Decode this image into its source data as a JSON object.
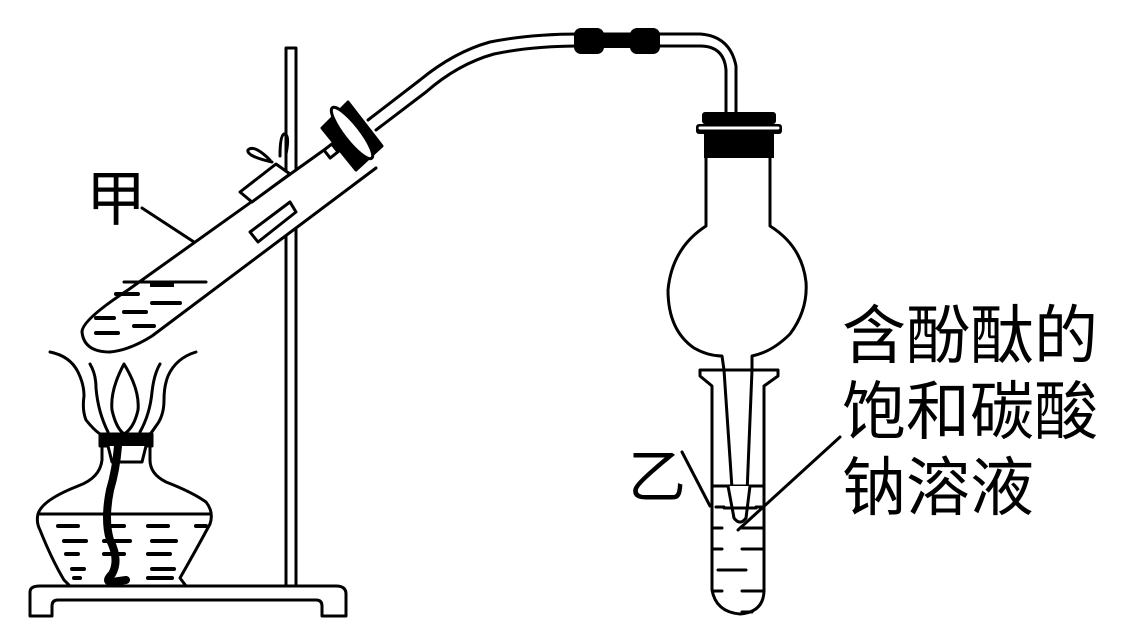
{
  "figure": {
    "title": "Ethyl acetate preparation apparatus",
    "colors": {
      "stroke": "#000000",
      "background": "#ffffff"
    }
  },
  "labels": {
    "tube_jia": "甲",
    "tube_yi": "乙",
    "solution_lines": [
      "含酚酞的",
      "饱和碳酸",
      "钠溶液"
    ]
  },
  "components": [
    {
      "id": "iron-stand",
      "name": "iron stand with base"
    },
    {
      "id": "alcohol-lamp",
      "name": "alcohol lamp with flame"
    },
    {
      "id": "test-tube-jia",
      "name": "heated test tube 甲 with liquid"
    },
    {
      "id": "stopper",
      "name": "rubber stopper"
    },
    {
      "id": "delivery-tube",
      "name": "bent glass delivery tube with rubber connector"
    },
    {
      "id": "bulb-tube",
      "name": "anti-suckback bulb (drying-tube style) with stopper"
    },
    {
      "id": "test-tube-yi",
      "name": "receiving test tube 乙 with solution"
    }
  ]
}
